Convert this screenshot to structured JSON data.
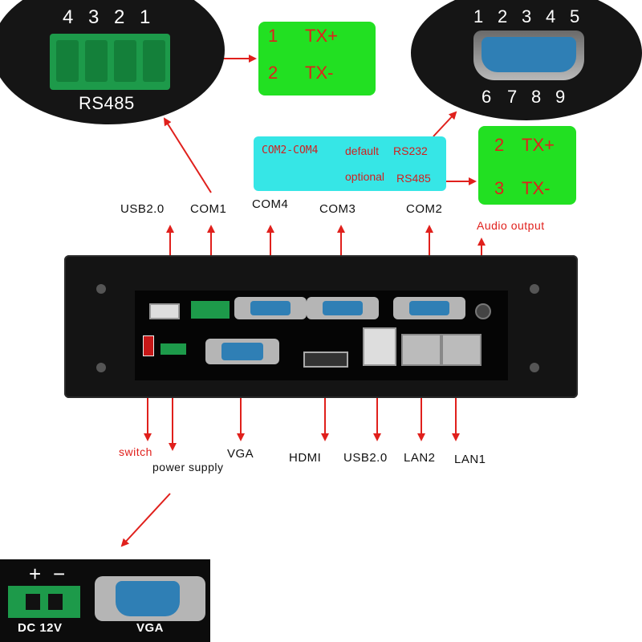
{
  "rs485_inset": {
    "pin_numbers": [
      "4",
      "3",
      "2",
      "1"
    ],
    "label": "RS485",
    "pins": [
      {
        "num": "1",
        "signal": "TX+"
      },
      {
        "num": "2",
        "signal": "TX-"
      }
    ]
  },
  "db9_inset": {
    "top_pins": [
      "1",
      "2",
      "3",
      "4",
      "5"
    ],
    "bottom_pins": [
      "6",
      "7",
      "8",
      "9"
    ],
    "pins": [
      {
        "num": "2",
        "signal": "TX+"
      },
      {
        "num": "3",
        "signal": "TX-"
      }
    ]
  },
  "com_note": {
    "line1_left": "COM2-COM4",
    "line1_mid": "default",
    "line1_right": "RS232",
    "line2_left": "optional",
    "line2_right": "RS485"
  },
  "top_labels": {
    "usb": "USB2.0",
    "com1": "COM1",
    "com4": "COM4",
    "com3": "COM3",
    "com2": "COM2",
    "audio": "Audio output"
  },
  "bottom_labels": {
    "switch": "switch",
    "power": "power supply",
    "vga": "VGA",
    "hdmi": "HDMI",
    "usb": "USB2.0",
    "lan2": "LAN2",
    "lan1": "LAN1"
  },
  "power_inset": {
    "plus": "+",
    "minus": "−",
    "dc": "DC 12V",
    "vga": "VGA"
  },
  "colors": {
    "arrow": "#e0201c",
    "pin_box": "#22e022",
    "note_box": "#36e6e6",
    "panel": "#0e0e0e"
  }
}
